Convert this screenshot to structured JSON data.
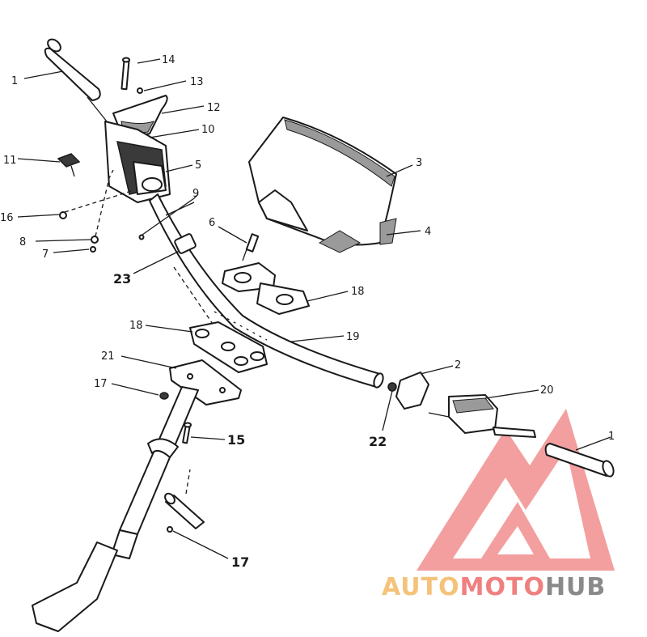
{
  "callouts": {
    "c1_left": "1",
    "c1_right": "1",
    "c2": "2",
    "c3": "3",
    "c4": "4",
    "c5": "5",
    "c6": "6",
    "c7": "7",
    "c8": "8",
    "c9": "9",
    "c10": "10",
    "c11": "11",
    "c12": "12",
    "c13": "13",
    "c14": "14",
    "c15": "15",
    "c16": "16",
    "c17_upper": "17",
    "c17_lower": "17",
    "c18_upper": "18",
    "c18_lower": "18",
    "c19": "19",
    "c20": "20",
    "c21": "21",
    "c22": "22",
    "c23": "23"
  },
  "watermark": {
    "part1": "AUTO",
    "part2": "MOTO",
    "part3": "HUB",
    "color1": "#f5c27a",
    "color2": "#f07f7f",
    "color3": "#8a8a8a",
    "logo_color": "#f08080"
  }
}
